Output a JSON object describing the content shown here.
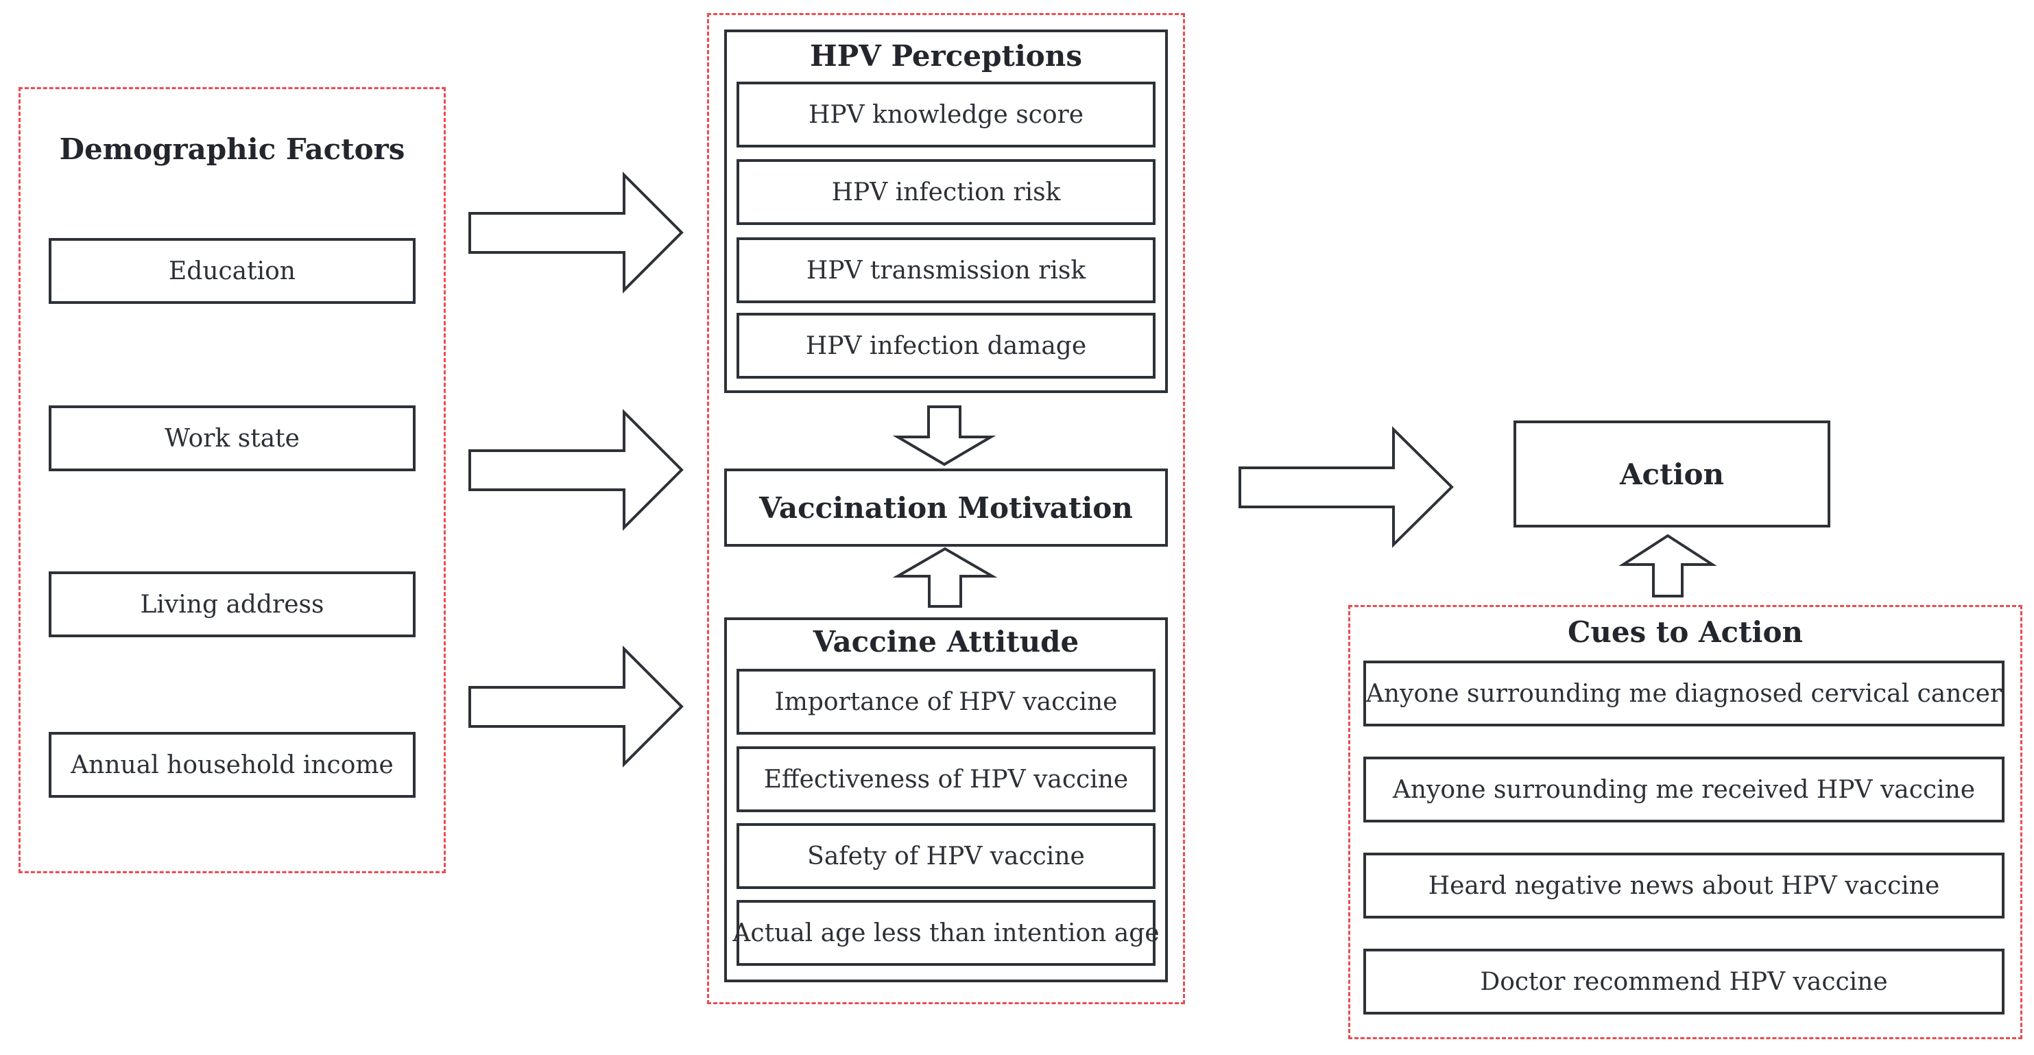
{
  "demographic": {
    "title": "Demographic Factors",
    "items": [
      "Education",
      "Work state",
      "Living address",
      "Annual household income"
    ]
  },
  "perceptions": {
    "title": "HPV Perceptions",
    "items": [
      "HPV knowledge score",
      "HPV infection risk",
      "HPV transmission risk",
      "HPV infection damage"
    ]
  },
  "motivation": {
    "label": "Vaccination Motivation"
  },
  "attitude": {
    "title": "Vaccine Attitude",
    "items": [
      "Importance of HPV vaccine",
      "Effectiveness of HPV vaccine",
      "Safety of HPV vaccine",
      "Actual age less than intention age"
    ]
  },
  "action": {
    "label": "Action"
  },
  "cues": {
    "title": "Cues to Action",
    "items": [
      "Anyone surrounding me diagnosed cervical cancer",
      "Anyone surrounding me received HPV vaccine",
      "Heard negative news about HPV vaccine",
      "Doctor recommend HPV vaccine"
    ]
  },
  "colors": {
    "dashed_border": "#ec4c52",
    "box_border": "#2d3138",
    "text": "#262a30"
  }
}
